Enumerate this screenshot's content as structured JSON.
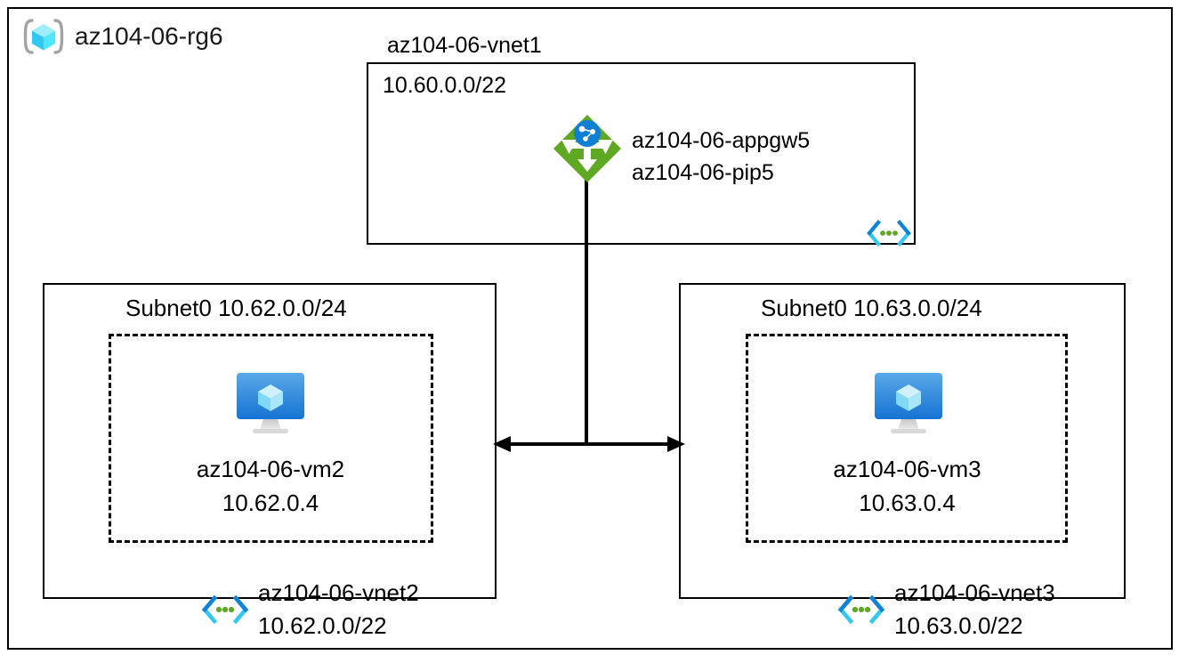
{
  "diagram": {
    "type": "azure-network-architecture",
    "resource_group": {
      "name": "az104-06-rg6",
      "icon": "resource-group-icon"
    },
    "vnet1": {
      "name": "az104-06-vnet1",
      "cidr": "10.60.0.0/22",
      "icon": "virtual-network-icon",
      "gateway": {
        "icon": "application-gateway-icon",
        "name": "az104-06-appgw5",
        "public_ip": "az104-06-pip5"
      }
    },
    "vnet2": {
      "name": "az104-06-vnet2",
      "cidr": "10.62.0.0/22",
      "icon": "virtual-network-icon",
      "subnet": {
        "title": "Subnet0 10.62.0.0/24"
      },
      "vm": {
        "icon": "virtual-machine-icon",
        "name": "az104-06-vm2",
        "ip": "10.62.0.4"
      }
    },
    "vnet3": {
      "name": "az104-06-vnet3",
      "cidr": "10.63.0.0/22",
      "icon": "virtual-network-icon",
      "subnet": {
        "title": "Subnet0 10.63.0.0/24"
      },
      "vm": {
        "icon": "virtual-machine-icon",
        "name": "az104-06-vm3",
        "ip": "10.63.0.4"
      }
    },
    "connectors": [
      {
        "name": "gateway-to-peering-line",
        "style": "solid-line",
        "from": "az104-06-appgw5",
        "to": "vnet-peering-link"
      },
      {
        "name": "vnet-peering-arrow",
        "style": "double-headed-arrow",
        "from": "az104-06-vnet2",
        "to": "az104-06-vnet3"
      }
    ],
    "colors": {
      "border": "#000000",
      "gateway_green": "#5EA823",
      "gateway_blue": "#0078D4",
      "vnet_bracket_blue": "#0078D4",
      "vnet_bracket_cyan": "#32C8F0",
      "vnet_dot_green": "#5EA823",
      "vm_monitor_blue": "#3C91E6",
      "vm_cube_cyan": "#9BE1FA",
      "rg_cube_cyan": "#50E6FF",
      "rg_bracket_gray": "#A0A0A0"
    }
  }
}
